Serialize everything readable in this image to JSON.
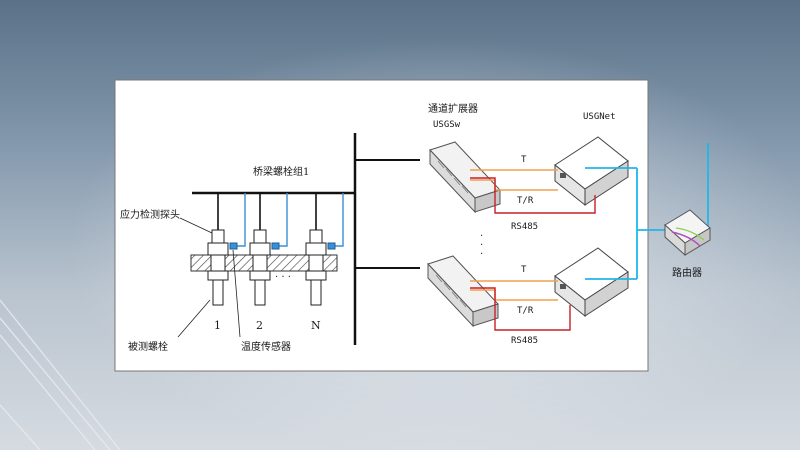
{
  "labels": {
    "bolt_group": "桥梁螺栓组1",
    "stress_probe": "应力检测探头",
    "bolt": "被测螺栓",
    "temp_sensor": "温度传感器",
    "num1": "1",
    "num2": "2",
    "numN": "N",
    "dots_h": ". . .",
    "dots_v": ".\n.\n.",
    "extender_cn": "通道扩展器",
    "extender_en": "USGSw",
    "usgnet": "USGNet",
    "router": "路由器",
    "t_top": "T",
    "tr_top": "T/R",
    "rs485_top": "RS485",
    "t_bot": "T",
    "tr_bot": "T/R",
    "rs485_bot": "RS485"
  },
  "colors": {
    "blue_cable": "#3a8fd6",
    "orange_cable": "#f0a050",
    "red_cable": "#c8202a",
    "cyan_link": "#20b7e8"
  }
}
